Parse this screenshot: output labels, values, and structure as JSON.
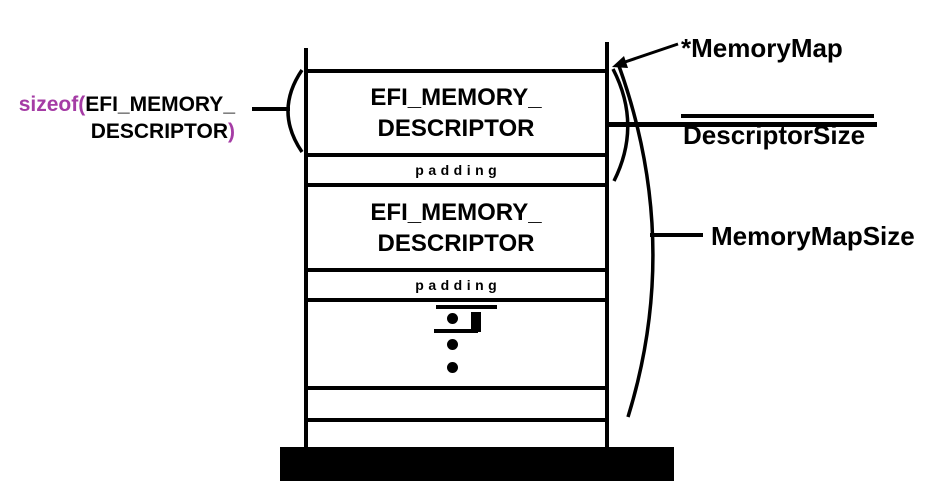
{
  "pointer_label": {
    "text": "*MemoryMap"
  },
  "descriptor_size_label": {
    "text": "DescriptorSize",
    "struck_through": true
  },
  "memory_map_size_label": {
    "text": "MemoryMapSize"
  },
  "sizeof_label": {
    "prefix": "sizeof(",
    "line1_black": "EFI_MEMORY_",
    "line2_black": "DESCRIPTOR",
    "suffix": ")"
  },
  "stack": {
    "rows": [
      {
        "type": "descriptor",
        "line1": "EFI_MEMORY_",
        "line2": "DESCRIPTOR"
      },
      {
        "type": "padding",
        "label": "padding"
      },
      {
        "type": "descriptor",
        "line1": "EFI_MEMORY_",
        "line2": "DESCRIPTOR"
      },
      {
        "type": "padding",
        "label": "padding"
      },
      {
        "type": "ellipsis",
        "label": ""
      },
      {
        "type": "empty",
        "label": ""
      },
      {
        "type": "empty",
        "label": ""
      }
    ],
    "base": "filled-black-bar"
  },
  "colors": {
    "ink": "#000000",
    "accent_purple": "#A53CA5",
    "background": "#FFFFFF"
  }
}
